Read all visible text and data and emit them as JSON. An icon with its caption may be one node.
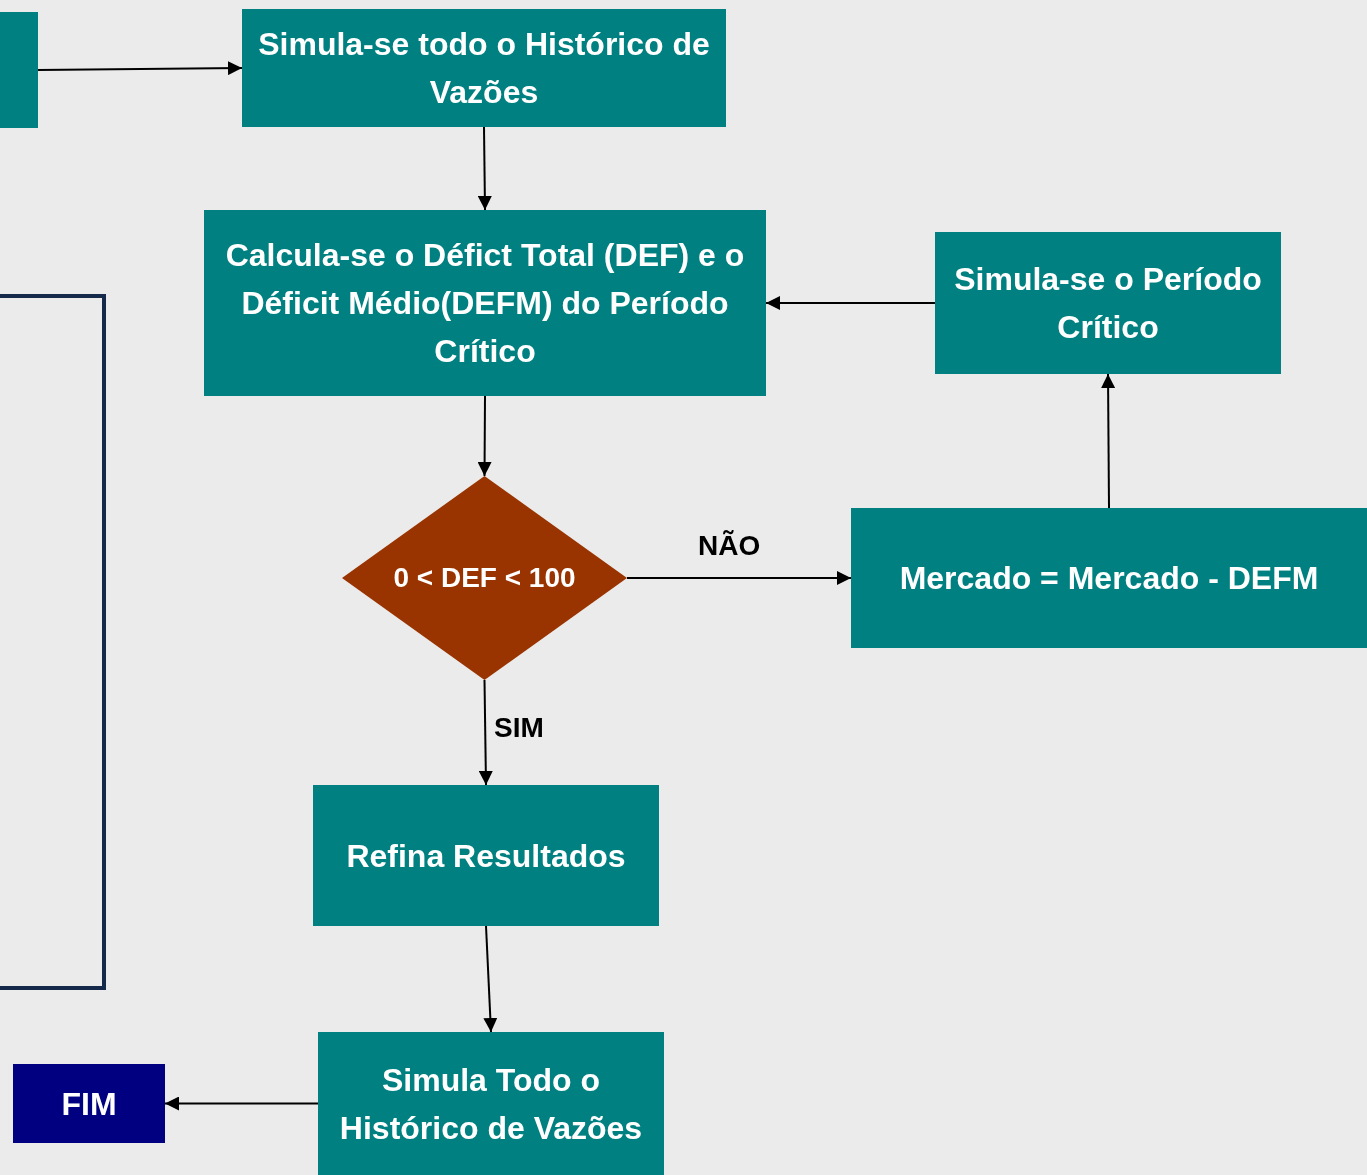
{
  "diagram": {
    "nodes": [
      {
        "text": [],
        "shape": "box"
      },
      {
        "text": [
          "Simula-se todo o Histórico de Vazões"
        ]
      },
      {
        "text": [
          "Calcula-se o Défict Total (DEF) e o Déficit Médio(DEFM) do Período Crítico"
        ]
      },
      {
        "text": [
          "Simula-se o Período Crítico"
        ]
      },
      {
        "text": [
          "0 < DEF < 100"
        ]
      },
      {
        "text": [
          "Mercado = Mercado - DEFM"
        ]
      },
      {
        "text": [
          "Refina Resultados"
        ]
      },
      {
        "text": [
          "Simula Todo o Histórico de Vazões"
        ]
      },
      {
        "text": [
          "FIM"
        ]
      }
    ],
    "edges": [
      {
        "from": 0,
        "to": 1,
        "arrow": "to"
      },
      {
        "from": 1,
        "to": 2,
        "arrow": "to"
      },
      {
        "from": 3,
        "to": 2,
        "arrow": "to"
      },
      {
        "from": 2,
        "to": 4,
        "arrow": "to"
      },
      {
        "from": 4,
        "to": 5,
        "label": "NÃO",
        "arrow": "to"
      },
      {
        "from": 5,
        "to": 3,
        "arrow": "to"
      },
      {
        "from": 4,
        "to": 6,
        "label": "SIM",
        "arrow": "to"
      },
      {
        "from": 6,
        "to": 7,
        "arrow": "to"
      },
      {
        "from": 7,
        "to": 8,
        "arrow": "to"
      }
    ]
  }
}
